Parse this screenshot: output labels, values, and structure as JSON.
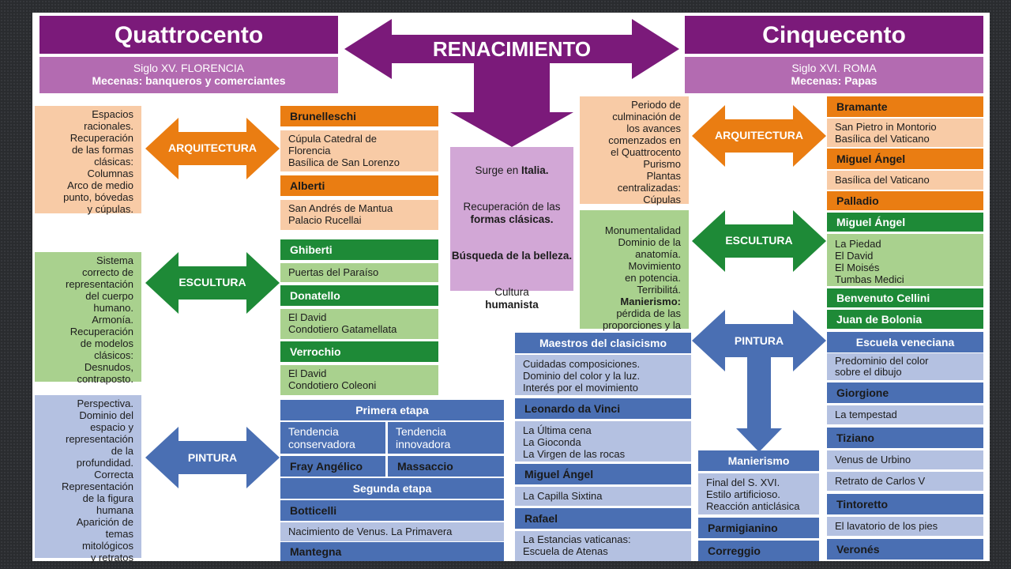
{
  "center": {
    "title": "RENACIMIENTO",
    "box_p1_a": "Surge en ",
    "box_p1_b": "Italia.",
    "box_p2_a": "Recuperación de las ",
    "box_p2_b": "formas clásicas.",
    "box_p3": "Búsqueda de la belleza.",
    "box_p4_a": "Cultura",
    "box_p4_b": "humanista"
  },
  "quattro": {
    "title": "Quattrocento",
    "sub_line1": "Siglo XV. FLORENCIA",
    "sub_line2": "Mecenas: banqueros y comerciantes",
    "arq_label": "ARQUITECTURA",
    "arq_desc": "Espacios\nracionales.\nRecuperación\nde las formas\nclásicas:\nColumnas\nArco de medio\npunto, bóvedas\ny cúpulas.",
    "esc_label": "ESCULTURA",
    "esc_desc": "Sistema\ncorrecto de\nrepresentación\ndel cuerpo\nhumano.\nArmonía.\nRecuperación\nde modelos\nclásicos:\nDesnudos,\ncontraposto.",
    "pin_label": "PINTURA",
    "pin_desc": "Perspectiva.\nDominio del\nespacio y\nrepresentación\nde la\nprofundidad.\nCorrecta\nRepresentación\nde la figura\nhumana\nAparición de\ntemas\nmitológicos\ny retratos",
    "brunelleschi": "Brunelleschi",
    "brunelleschi_works": "Cúpula Catedral de\nFlorencia\nBasílica de San Lorenzo",
    "alberti": "Alberti",
    "alberti_works": "San Andrés de Mantua\nPalacio Rucellai",
    "ghiberti": "Ghiberti",
    "ghiberti_works": "Puertas del Paraíso",
    "donatello": "Donatello",
    "donatello_works": "El David\nCondotiero Gatamellata",
    "verrochio": "Verrochio",
    "verrochio_works": "El David\nCondotiero Coleoni",
    "primera_etapa": "Primera etapa",
    "tend_cons": "Tendencia\nconservadora",
    "tend_innov": "Tendencia\ninnovadora",
    "fray": "Fray Angélico",
    "massaccio": "Massaccio",
    "segunda_etapa": "Segunda etapa",
    "botticelli": "Botticelli",
    "botticelli_works": "Nacimiento de Venus. La Primavera",
    "mantegna": "Mantegna"
  },
  "cinque": {
    "title": "Cinquecento",
    "sub_line1": "Siglo XVI. ROMA",
    "sub_line2": "Mecenas: Papas",
    "arq_label": "ARQUITECTURA",
    "arq_desc": "Periodo de\nculminación de\nlos avances\ncomenzados en\nel Quattrocento\nPurismo\nPlantas\ncentralizadas:\nCúpulas",
    "esc_label": "ESCULTURA",
    "esc_desc_a": "Monumentalidad\nDominio de la\nanatomía.\nMovimiento\nen potencia.\nTerribilitá.",
    "esc_desc_b": "Manierismo:",
    "esc_desc_c": "pérdida de las\nproporciones y la\nserenidad clásica",
    "pin_label": "PINTURA",
    "bramante": "Bramante",
    "bramante_works": "San Pietro in Montorio\nBasílica del Vaticano",
    "miguel_arq": "Miguel Ángel",
    "miguel_arq_works": "Basílica del Vaticano",
    "palladio": "Palladio",
    "miguel_esc": "Miguel Ángel",
    "miguel_esc_works": "La Piedad\nEl David\nEl Moisés\nTumbas Medici",
    "cellini": "Benvenuto Cellini",
    "bolonia": "Juan de Bolonia",
    "maestros": "Maestros del clasicismo",
    "maestros_desc": "Cuidadas composiciones.\nDominio del color y la luz.\nInterés por el movimiento",
    "leonardo": "Leonardo da Vinci",
    "leonardo_works": "La Última cena\nLa Gioconda\nLa Virgen de las rocas",
    "miguel_pin": "Miguel Ángel",
    "miguel_pin_works": "La Capilla Sixtina",
    "rafael": "Rafael",
    "rafael_works": "La Estancias vaticanas:\nEscuela de Atenas",
    "manierismo": "Manierismo",
    "manierismo_desc": "Final del S. XVI.\nEstilo artificioso.\nReacción anticlásica",
    "parmigianino": "Parmigianino",
    "correggio": "Correggio",
    "veneciana": "Escuela veneciana",
    "veneciana_desc": "Predominio del color\nsobre el dibujo",
    "giorgione": "Giorgione",
    "giorgione_works": "La tempestad",
    "tiziano": "Tiziano",
    "tiziano_w1": "Venus de Urbino",
    "tiziano_w2": "Retrato de Carlos V",
    "tintoretto": "Tintoretto",
    "tintoretto_works": "El lavatorio de los pies",
    "verones": "Veronés"
  }
}
